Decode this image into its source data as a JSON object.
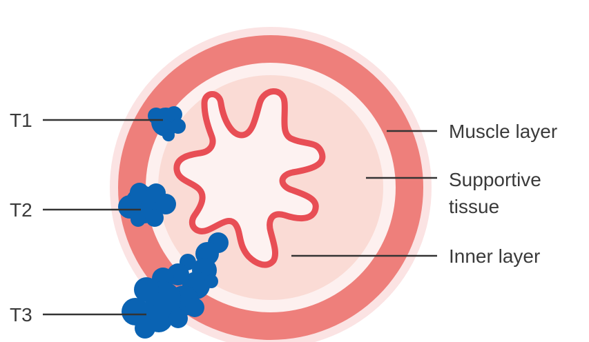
{
  "labels": {
    "t1": "T1",
    "t2": "T2",
    "t3": "T3",
    "muscle": "Muscle layer",
    "supportive_line1": "Supportive",
    "supportive_line2": "tissue",
    "inner": "Inner layer"
  },
  "colors": {
    "outer_rim": "#fbe3e3",
    "muscle_layer": "#ee7f7b",
    "supportive_tissue": "#fdf0ef",
    "inner_layer": "#fadbd5",
    "lining": "#e84e55",
    "lumen": "#fdf2f1",
    "tumour": "#0a63b3",
    "leader_line": "#333333"
  }
}
